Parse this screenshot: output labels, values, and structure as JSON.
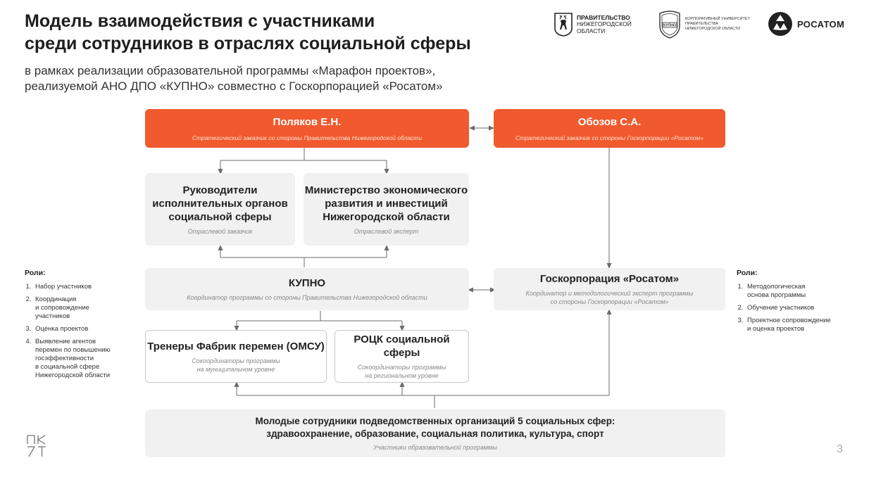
{
  "title": {
    "line1": "Модель взаимодействия с участниками",
    "line2": "среди сотрудников в отраслях социальной сферы"
  },
  "subtitle": {
    "line1": "в рамках реализации образовательной программы «Марафон проектов»,",
    "line2": "реализуемой АНО ДПО «КУПНО» совместно с Госкорпорацией «Росатом»"
  },
  "logos": {
    "government": {
      "line1": "ПРАВИТЕЛЬСТВО",
      "line2": "НИЖЕГОРОДСКОЙ",
      "line3": "ОБЛАСТИ",
      "icon": "deer-emblem-icon"
    },
    "kupno": {
      "line1": "КОРПОРАТИВНЫЙ УНИВЕРСИТЕТ",
      "line2": "ПРАВИТЕЛЬСТВА",
      "line3": "НИЖЕГОРОДСКОЙ ОБЛАСТИ",
      "badge": "КУПНО",
      "icon": "shield-emblem-icon"
    },
    "rosatom": {
      "text": "РОСАТОМ",
      "icon": "rosatom-atom-icon"
    }
  },
  "nodes": {
    "polyakov": {
      "name": "Поляков Е.Н.",
      "role": "Стратегический заказчик со стороны Правительства Нижегородской области"
    },
    "obozov": {
      "name": "Обозов С.А.",
      "role": "Стратегический заказчик со стороны Госкорпорации «Росатом»"
    },
    "heads": {
      "line1": "Руководители",
      "line2": "исполнительных органов",
      "line3": "социальной сферы",
      "role": "Отраслевой заказчик"
    },
    "ministry": {
      "line1": "Министерство экономического",
      "line2": "развития и инвестиций",
      "line3": "Нижегородской области",
      "role": "Отраслевой эксперт"
    },
    "kupno": {
      "name": "КУПНО",
      "role": "Координатор программы со стороны Правительства Нижегородской области"
    },
    "rosatom": {
      "name": "Госкорпорация «Росатом»",
      "role1": "Координатор и методологический эксперт программы",
      "role2": "со стороны Госкорпорации «Росатом»"
    },
    "trainers": {
      "name": "Тренеры Фабрик перемен (ОМСУ)",
      "role1": "Сокоординаторы программы",
      "role2": "на муниципальном уровне"
    },
    "rotsk": {
      "name": "РОЦК социальной сферы",
      "role1": "Сокоординаторы программы",
      "role2": "на региональном уровне"
    },
    "youth": {
      "line1": "Молодые сотрудники подведомственных организаций 5 социальных сфер:",
      "line2": "здравоохранение, образование, социальная политика, культура, спорт",
      "role": "Участники образовательной программы"
    }
  },
  "roles_left": {
    "header": "Роли:",
    "items": [
      {
        "lines": [
          "Набор участников"
        ]
      },
      {
        "lines": [
          "Координация",
          "и сопровождение",
          "участников"
        ]
      },
      {
        "lines": [
          "Оценка проектов"
        ]
      },
      {
        "lines": [
          "Выявление агентов",
          "перемен по повышению",
          "госэффективности",
          "в социальной сфере",
          "Нижегородской области"
        ]
      }
    ]
  },
  "roles_right": {
    "header": "Роли:",
    "items": [
      {
        "lines": [
          "Методологическая",
          "основа программы"
        ]
      },
      {
        "lines": [
          "Обучение участников"
        ]
      },
      {
        "lines": [
          "Проектное сопровождение",
          "и оценка проектов"
        ]
      }
    ]
  },
  "page_number": "3",
  "colors": {
    "accent": "#f05a2e",
    "box_gray": "#f1f1f2",
    "line": "#6b6b6b"
  }
}
